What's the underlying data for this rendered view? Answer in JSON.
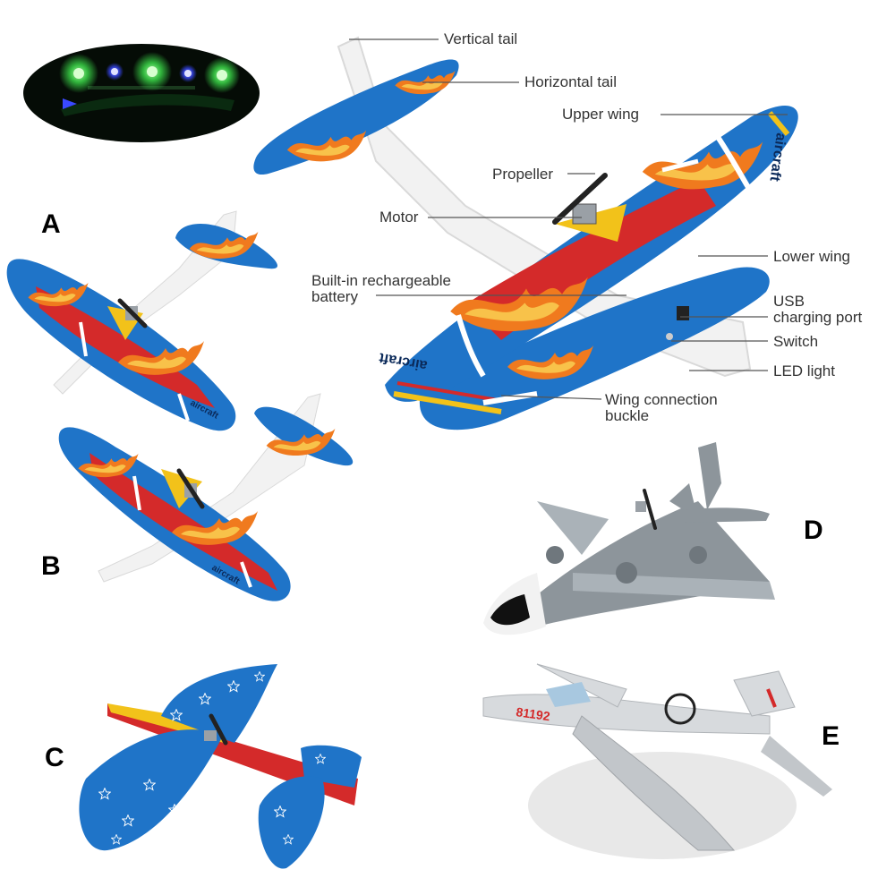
{
  "callouts": {
    "vertical_tail": "Vertical tail",
    "horizontal_tail": "Horizontal tail",
    "upper_wing": "Upper wing",
    "propeller": "Propeller",
    "motor": "Motor",
    "lower_wing": "Lower wing",
    "battery_line1": "Built-in rechargeable",
    "battery_line2": "battery",
    "usb_line1": "USB",
    "usb_line2": "charging port",
    "switch": "Switch",
    "led_light": "LED light",
    "buckle_line1": "Wing connection",
    "buckle_line2": "buckle"
  },
  "variants": {
    "a": "A",
    "b": "B",
    "c": "C",
    "d": "D",
    "e": "E"
  },
  "printed_marks": {
    "wing_text": "aircraft",
    "jet_number": "81192"
  },
  "colors": {
    "wing_blue": "#1f74c8",
    "fuselage_red": "#d42a2a",
    "accent_yellow": "#f2c21a",
    "flame_orange": "#f07a1e",
    "foam_white": "#f2f2f2",
    "led_green": "#45ff55",
    "led_blue": "#3a49ff",
    "camo_grey": "#8d959b"
  }
}
